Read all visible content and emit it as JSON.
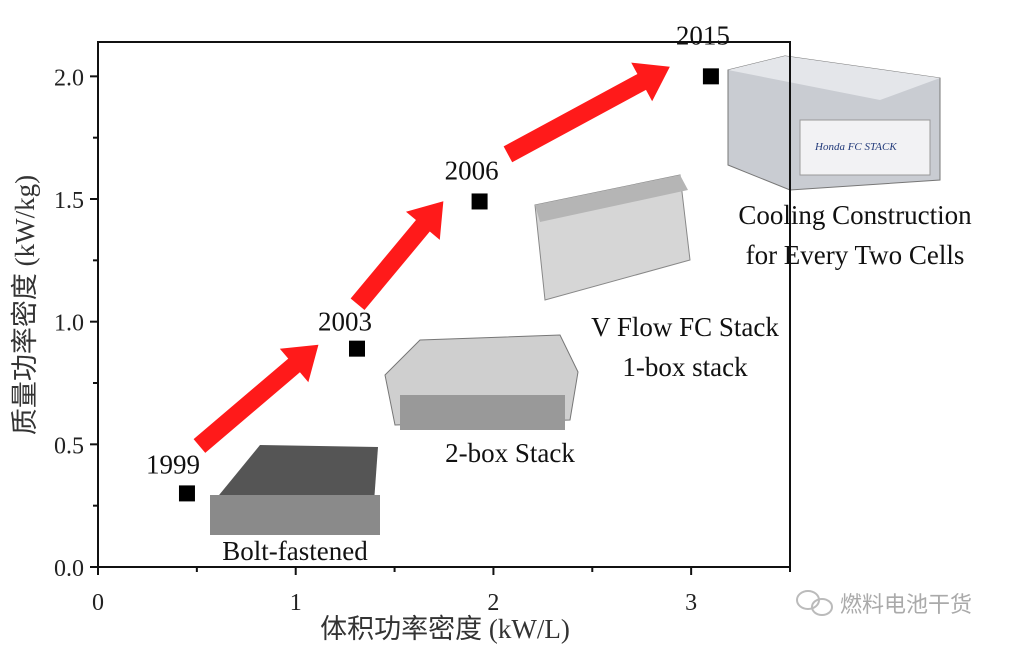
{
  "chart_data": {
    "type": "scatter",
    "title": "",
    "xlabel": "体积功率密度 (kW/L)",
    "ylabel": "质量功率密度 (kW/kg)",
    "xlim": [
      0,
      3.5
    ],
    "ylim": [
      0,
      2.14
    ],
    "xticks": [
      "0",
      "1",
      "2",
      "3"
    ],
    "yticks": [
      "0.0",
      "0.5",
      "1.0",
      "1.5",
      "2.0"
    ],
    "grid": false,
    "points": [
      {
        "year": "1999",
        "x": 0.45,
        "y": 0.3,
        "label": "Bolt-fastened"
      },
      {
        "year": "2003",
        "x": 1.31,
        "y": 0.89,
        "label": "2-box Stack"
      },
      {
        "year": "2006",
        "x": 1.93,
        "y": 1.49,
        "label_lines": [
          "V Flow FC Stack",
          "1-box stack"
        ]
      },
      {
        "year": "2015",
        "x": 3.1,
        "y": 2.0,
        "label_lines": [
          "Cooling Construction",
          "for Every Two Cells"
        ]
      }
    ],
    "arrow_color": "#ff1a1a",
    "marker_color": "#000000"
  },
  "watermark": "燃料电池干货",
  "image_captions": {
    "honda_label": "Honda FC STACK"
  }
}
